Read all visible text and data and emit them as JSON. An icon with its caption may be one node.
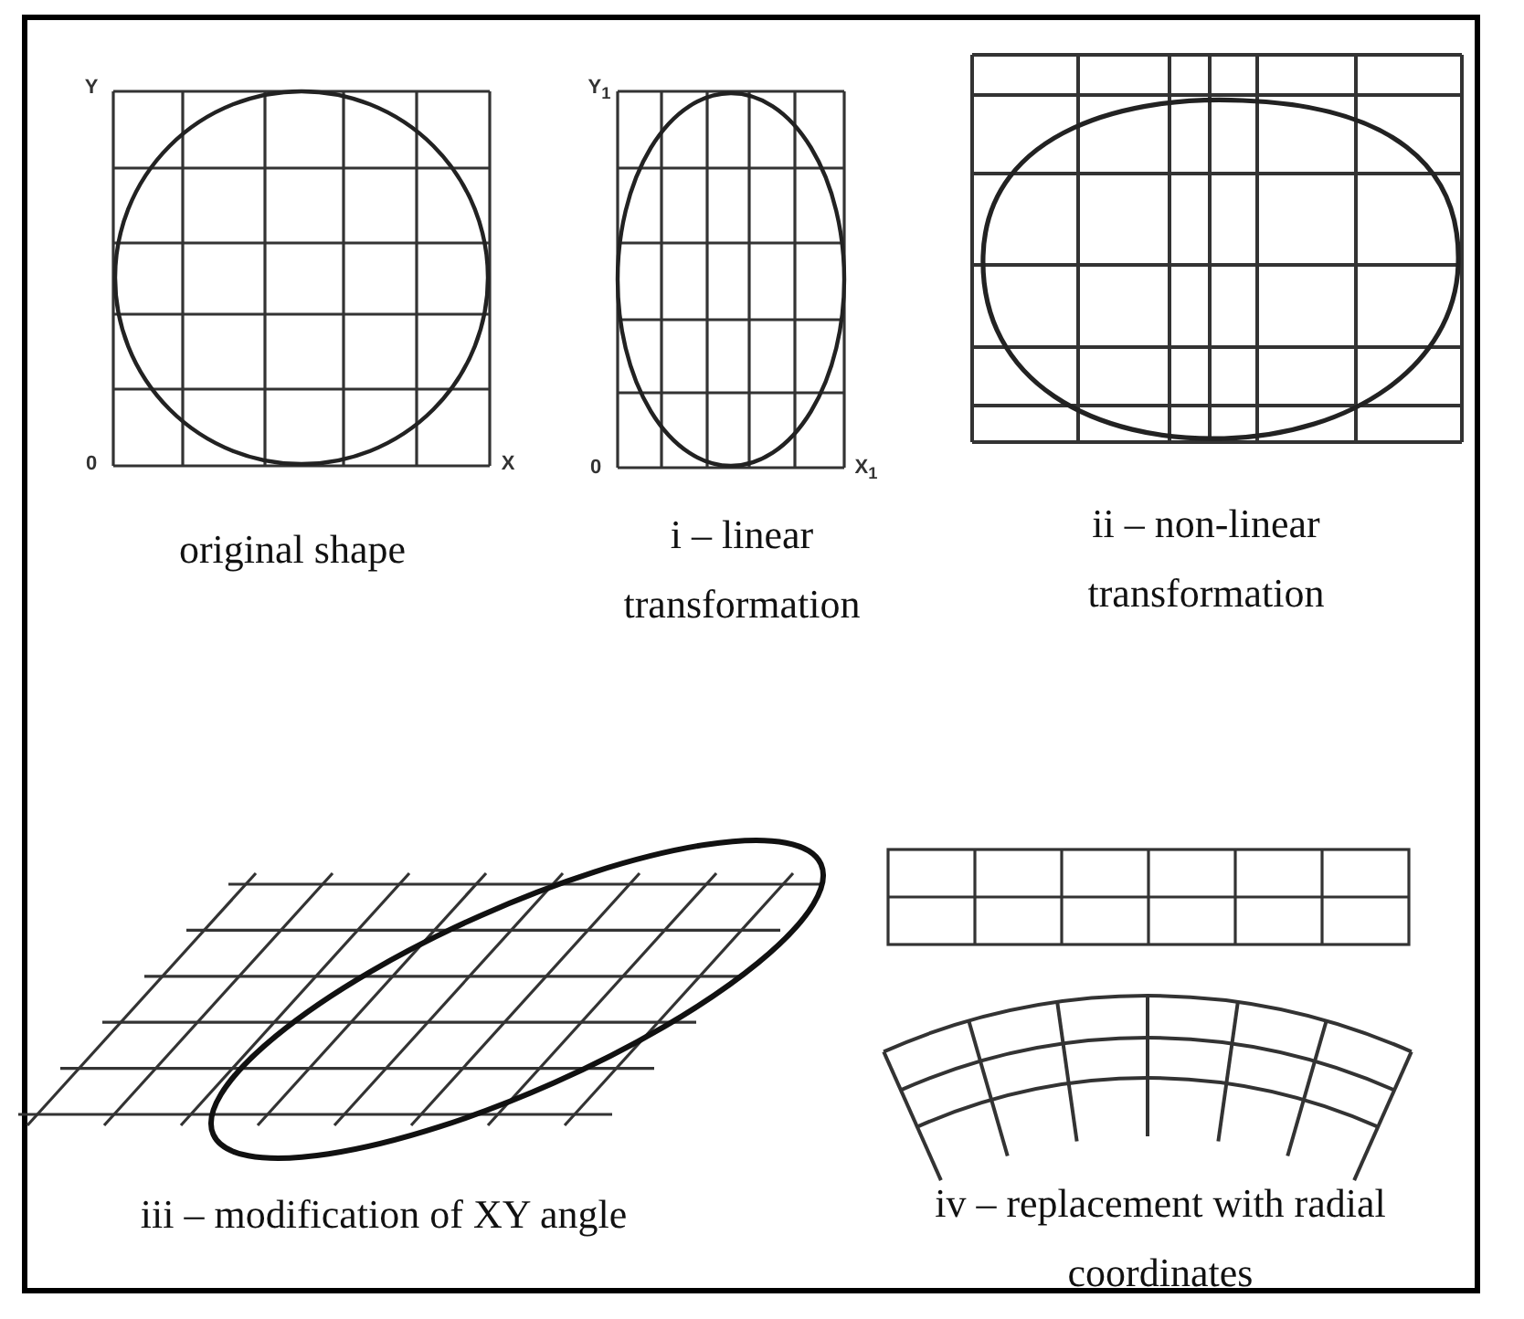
{
  "diagram": {
    "labels": [
      "Y",
      "0",
      "X",
      "Y$_{1}$",
      "0",
      "X$_{1}$",
      "original shape",
      "i – linear transformation",
      "ii – non-linear transformation",
      "iii – modification of XY angle",
      "iv – replacement with radial coordinates"
    ]
  }
}
